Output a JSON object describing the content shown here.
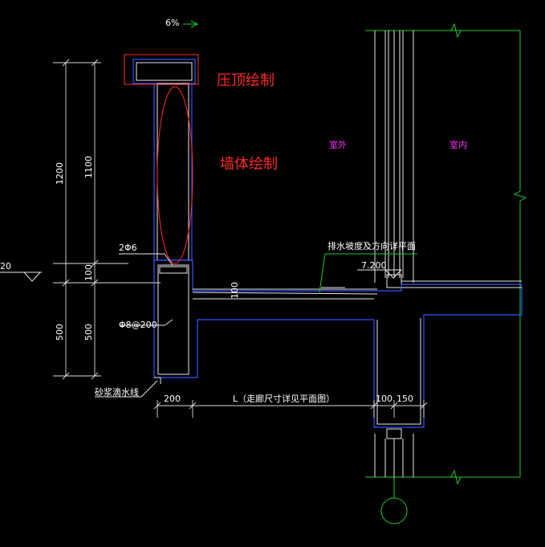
{
  "labels": {
    "slope_top": "6%",
    "coping_callout": "压顶绘制",
    "wall_callout": "墙体绘制",
    "outdoor": "室外",
    "indoor": "室内",
    "drain_note": "排水坡度及方向详平面",
    "elevation": "7.200",
    "left_elev_fragment": "20",
    "rebar_top": "2Φ6",
    "rebar_stirrup": "Φ8@200",
    "drip_line": "砂浆滴水线",
    "dim_1200": "1200",
    "dim_1100": "1100",
    "dim_100_v": "100",
    "dim_500_outer": "500",
    "dim_500_inner": "500",
    "dim_100_slab": "100",
    "dim_200": "200",
    "dim_L": "L（走廊尺寸详见平面图）",
    "dim_100_h": "100",
    "dim_150": "150"
  },
  "colors": {
    "background": "#000000",
    "concrete_outline": "#3355ff",
    "annotation": "#ff2a2a",
    "axis_line": "#22cc22",
    "room_label": "#ff33ff"
  }
}
